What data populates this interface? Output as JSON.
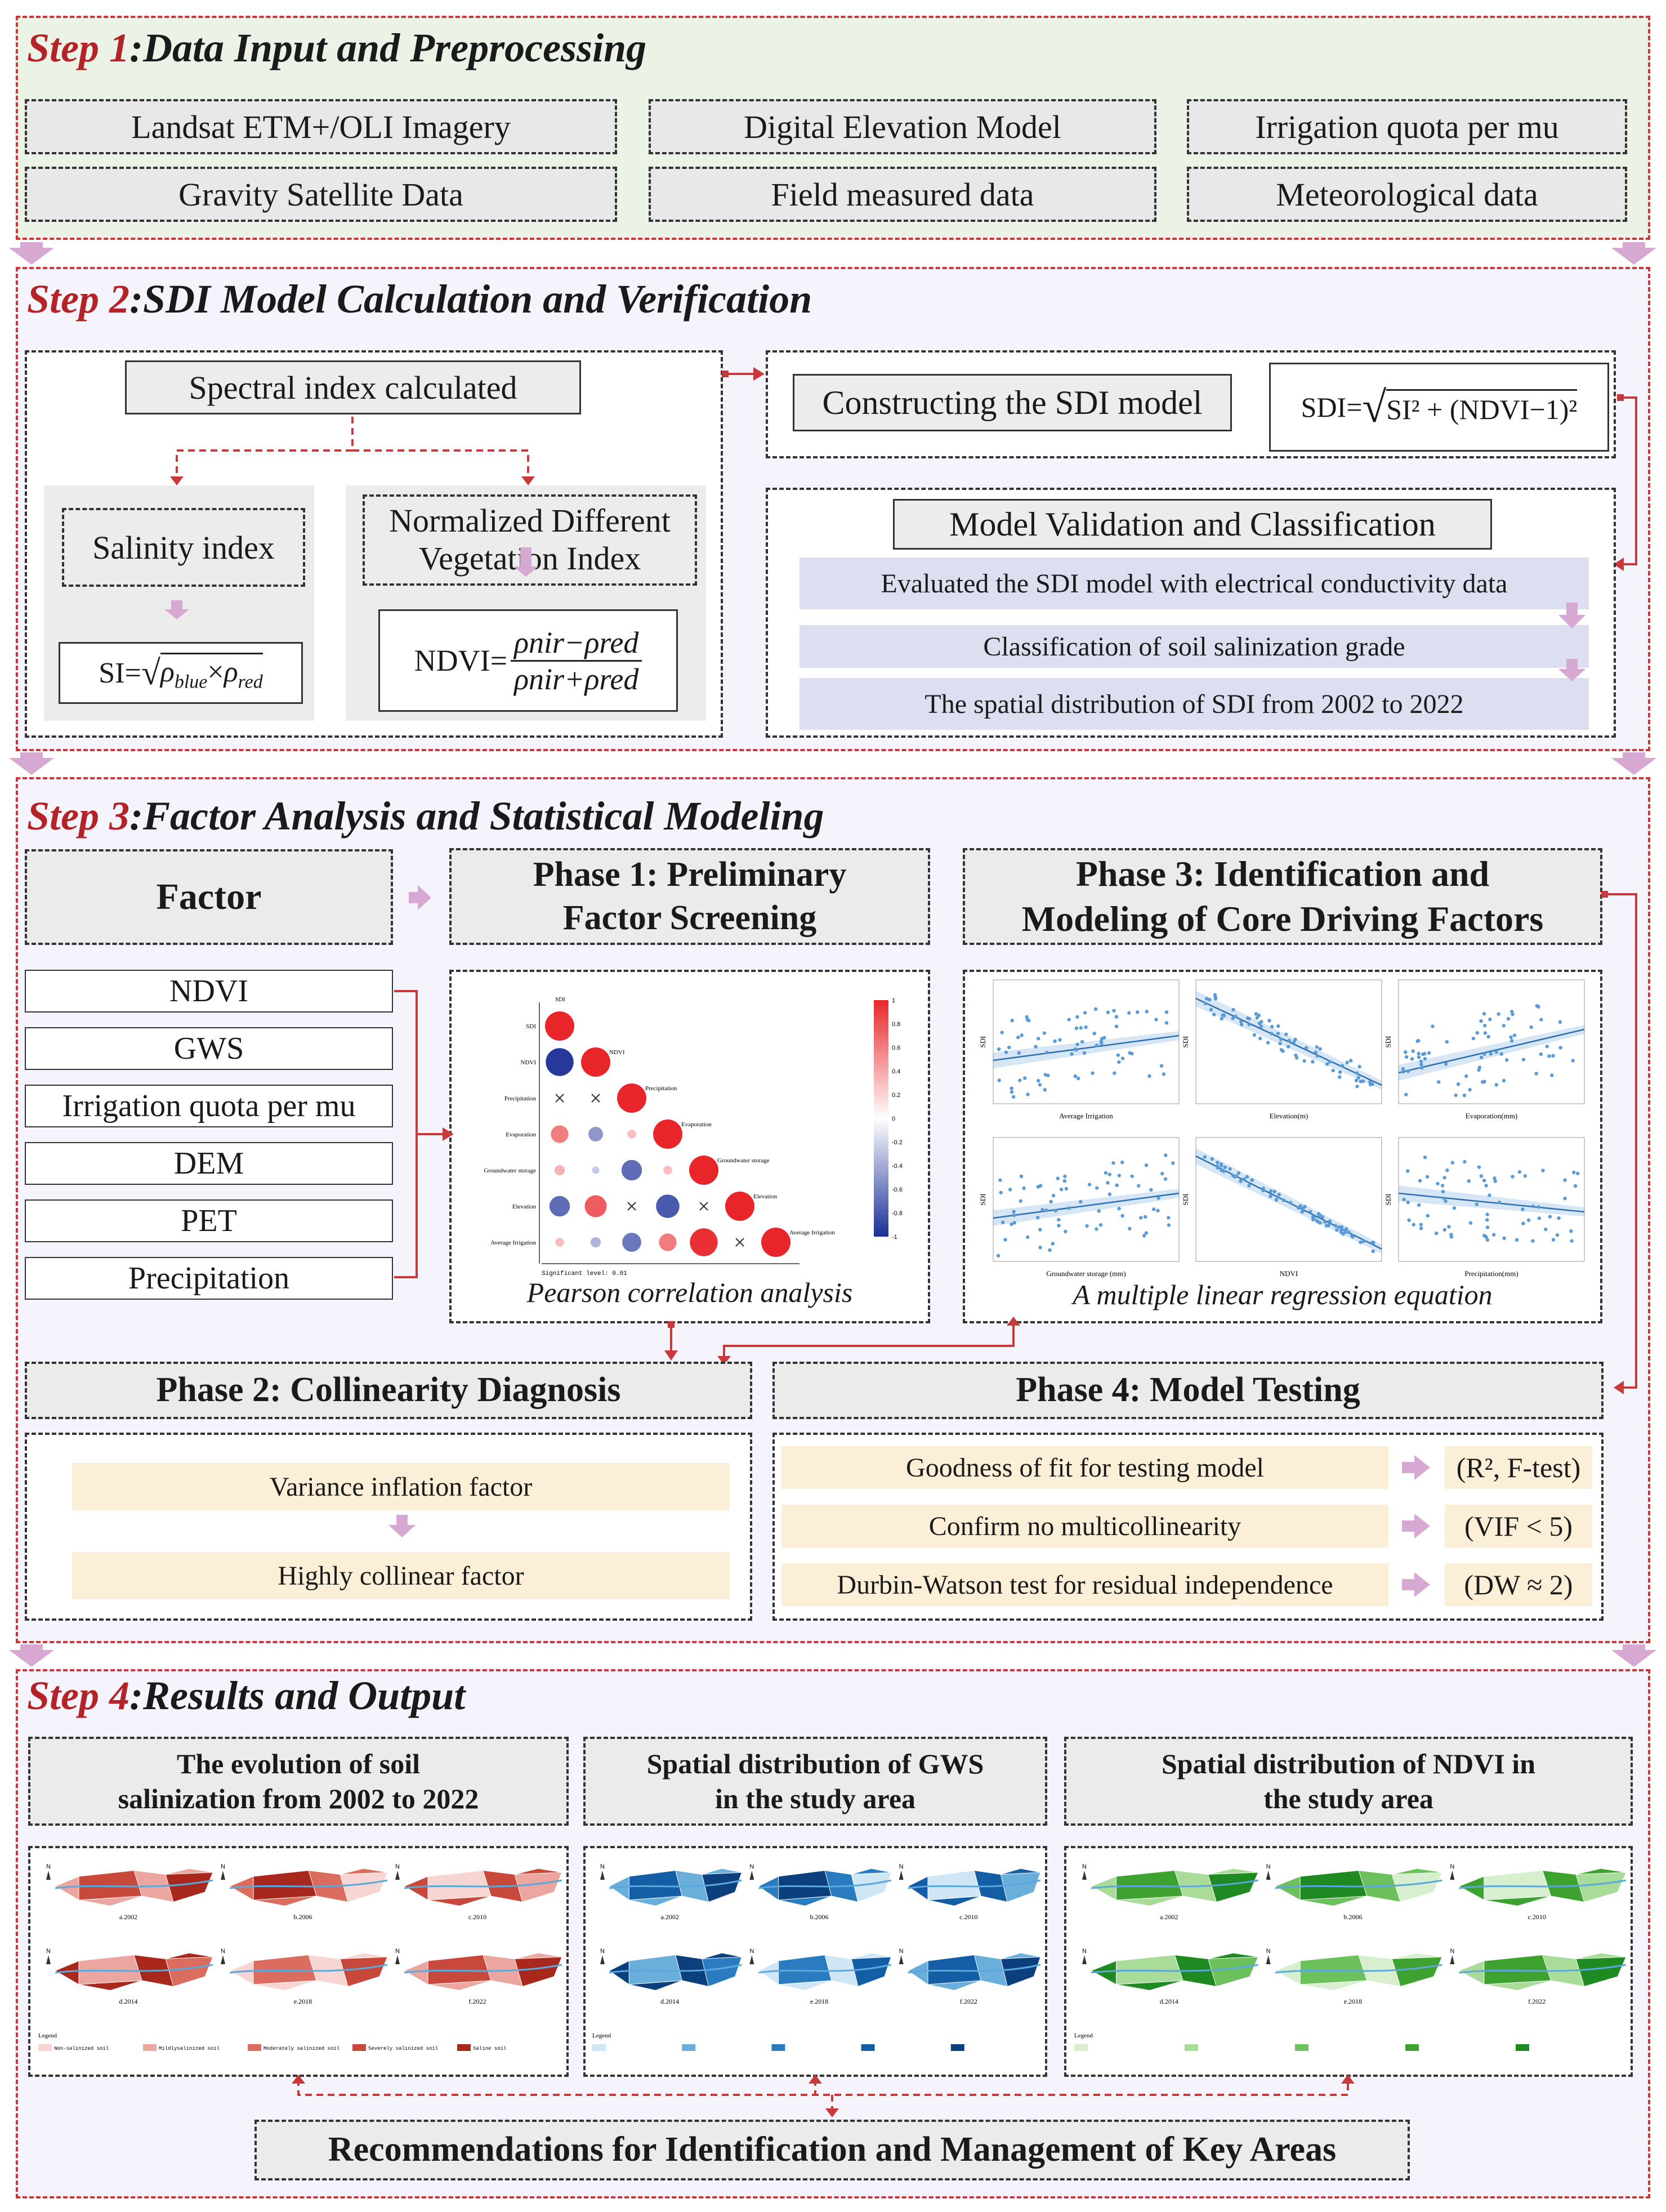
{
  "step1": {
    "num": "Step 1",
    "title": ":Data Input and Preprocessing",
    "items": [
      "Landsat ETM+/OLI Imagery",
      "Digital Elevation Model",
      "Irrigation quota per mu",
      "Gravity Satellite Data",
      "Field measured data",
      "Meteorological data"
    ]
  },
  "step2": {
    "num": "Step 2",
    "title": ":SDI Model Calculation and Verification",
    "spectral": "Spectral index calculated",
    "salinity": "Salinity index",
    "ndvi_name": "Normalized Different Vegetation Index",
    "si_formula": {
      "lhs": "SI=",
      "a": "ρ",
      "a_sub": "blue",
      "times": "×",
      "b": "ρ",
      "b_sub": "red"
    },
    "ndvi_formula": {
      "lhs": "NDVI=",
      "num": "ρnir−ρred",
      "den": "ρnir+ρred"
    },
    "construct": "Constructing the SDI model",
    "sdi_formula": {
      "lhs": "SDI=",
      "inner": "SI² + (NDVI−1)²"
    },
    "validation_title": "Model Validation and Classification",
    "validation_items": [
      "Evaluated the SDI model with electrical conductivity data",
      "Classification of soil salinization grade",
      "The spatial distribution of SDI from 2002 to 2022"
    ]
  },
  "step3": {
    "num": "Step 3",
    "title": ":Factor Analysis and Statistical Modeling",
    "factor_title": "Factor",
    "factors": [
      "NDVI",
      "GWS",
      "Irrigation quota per mu",
      "DEM",
      "PET",
      "Precipitation"
    ],
    "phase1": {
      "line1": "Phase 1: Preliminary",
      "line2": "Factor Screening",
      "caption": "Pearson correlation analysis"
    },
    "phase3": {
      "line1": "Phase 3: Identification and",
      "line2": "Modeling of Core Driving Factors",
      "caption": "A multiple linear regression equation"
    },
    "phase2": {
      "title": "Phase 2: Collinearity Diagnosis",
      "items": [
        "Variance inflation factor",
        "Highly collinear factor"
      ]
    },
    "phase4": {
      "title": "Phase 4: Model Testing",
      "tests": [
        {
          "label": "Goodness of fit for testing model",
          "value": "(R², F-test)"
        },
        {
          "label": "Confirm no multicollinearity",
          "value": "(VIF < 5)"
        },
        {
          "label": "Durbin-Watson test for residual independence",
          "value": "(DW ≈ 2)"
        }
      ]
    },
    "corr": {
      "vars": [
        "SDI",
        "NDVI",
        "Precipitation",
        "Evaporation",
        "Groundwater storage",
        "Elevation",
        "Average Irrigation"
      ],
      "scale": [
        "1",
        "0.8",
        "0.6",
        "0.4",
        "0.2",
        "0",
        "-0.2",
        "-0.4",
        "-0.6",
        "-0.8",
        "-1"
      ],
      "note": "Significant level: 0.01"
    },
    "scatter": {
      "xlabels": [
        "Average Irrigation",
        "Elevation(m)",
        "Evaporation(mm)",
        "Groundwater storage (mm)",
        "NDVI",
        "Precipitation(mm)"
      ],
      "ylabel": "SDI"
    },
    "colors": {
      "pos": "#e8262a",
      "neg": "#1b2f96",
      "scatter": "#5b9bd5"
    }
  },
  "step4": {
    "num": "Step 4",
    "title": ":Results and Output",
    "col1": {
      "line1": "The evolution of soil",
      "line2": "salinization from 2002 to 2022"
    },
    "col2": {
      "line1": "Spatial distribution of GWS",
      "line2": "in the study area"
    },
    "col3": {
      "line1": "Spatial distribution of NDVI in",
      "line2": "the study area"
    },
    "map_labels": [
      "a.2002",
      "b.2006",
      "c.2010",
      "d.2014",
      "e.2018",
      "f.2022"
    ],
    "legend_word": "Legend",
    "soil_legend": [
      "Non-salinized soil",
      "Mildlysalinized soil",
      "Moderately salinized soil",
      "Severely salinized soil",
      "Saline soil"
    ],
    "final": "Recommendations for Identification and Management of Key Areas"
  }
}
